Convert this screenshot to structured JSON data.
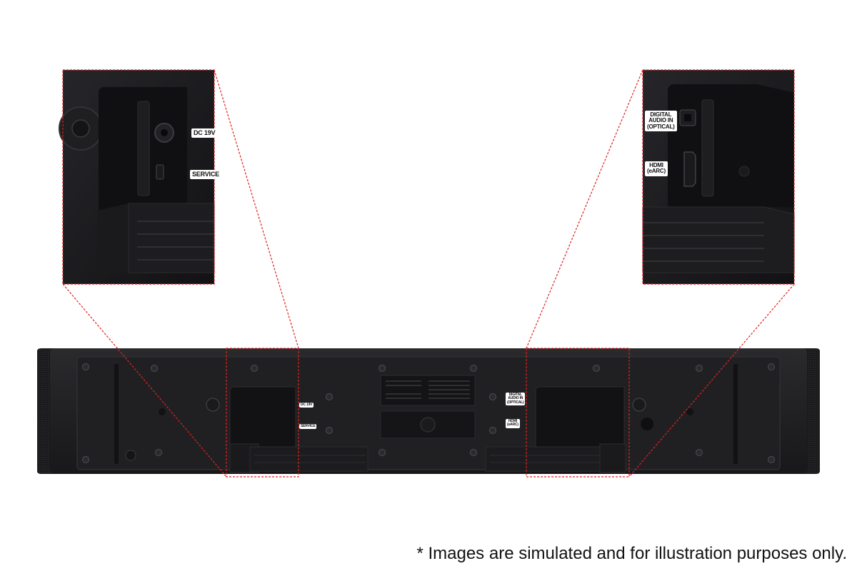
{
  "zoom_left": {
    "labels": [
      "DC 19V",
      "SERVICE"
    ]
  },
  "zoom_right": {
    "labels": [
      "DIGITAL\nAUDIO IN\n(OPTICAL)",
      "HDMI\n(eARC)"
    ]
  },
  "soundbar": {
    "left_labels": [
      "DC 19V",
      "SERVICE"
    ],
    "right_labels": [
      "DIGITAL\nAUDIO IN\n(OPTICAL)",
      "HDMI\n(eARC)"
    ]
  },
  "footer": {
    "disclaimer": "* Images are simulated and for illustration purposes only."
  },
  "colors": {
    "highlight_dash": "#e02020",
    "device_body": "#1c1c1e",
    "background": "#ffffff"
  }
}
